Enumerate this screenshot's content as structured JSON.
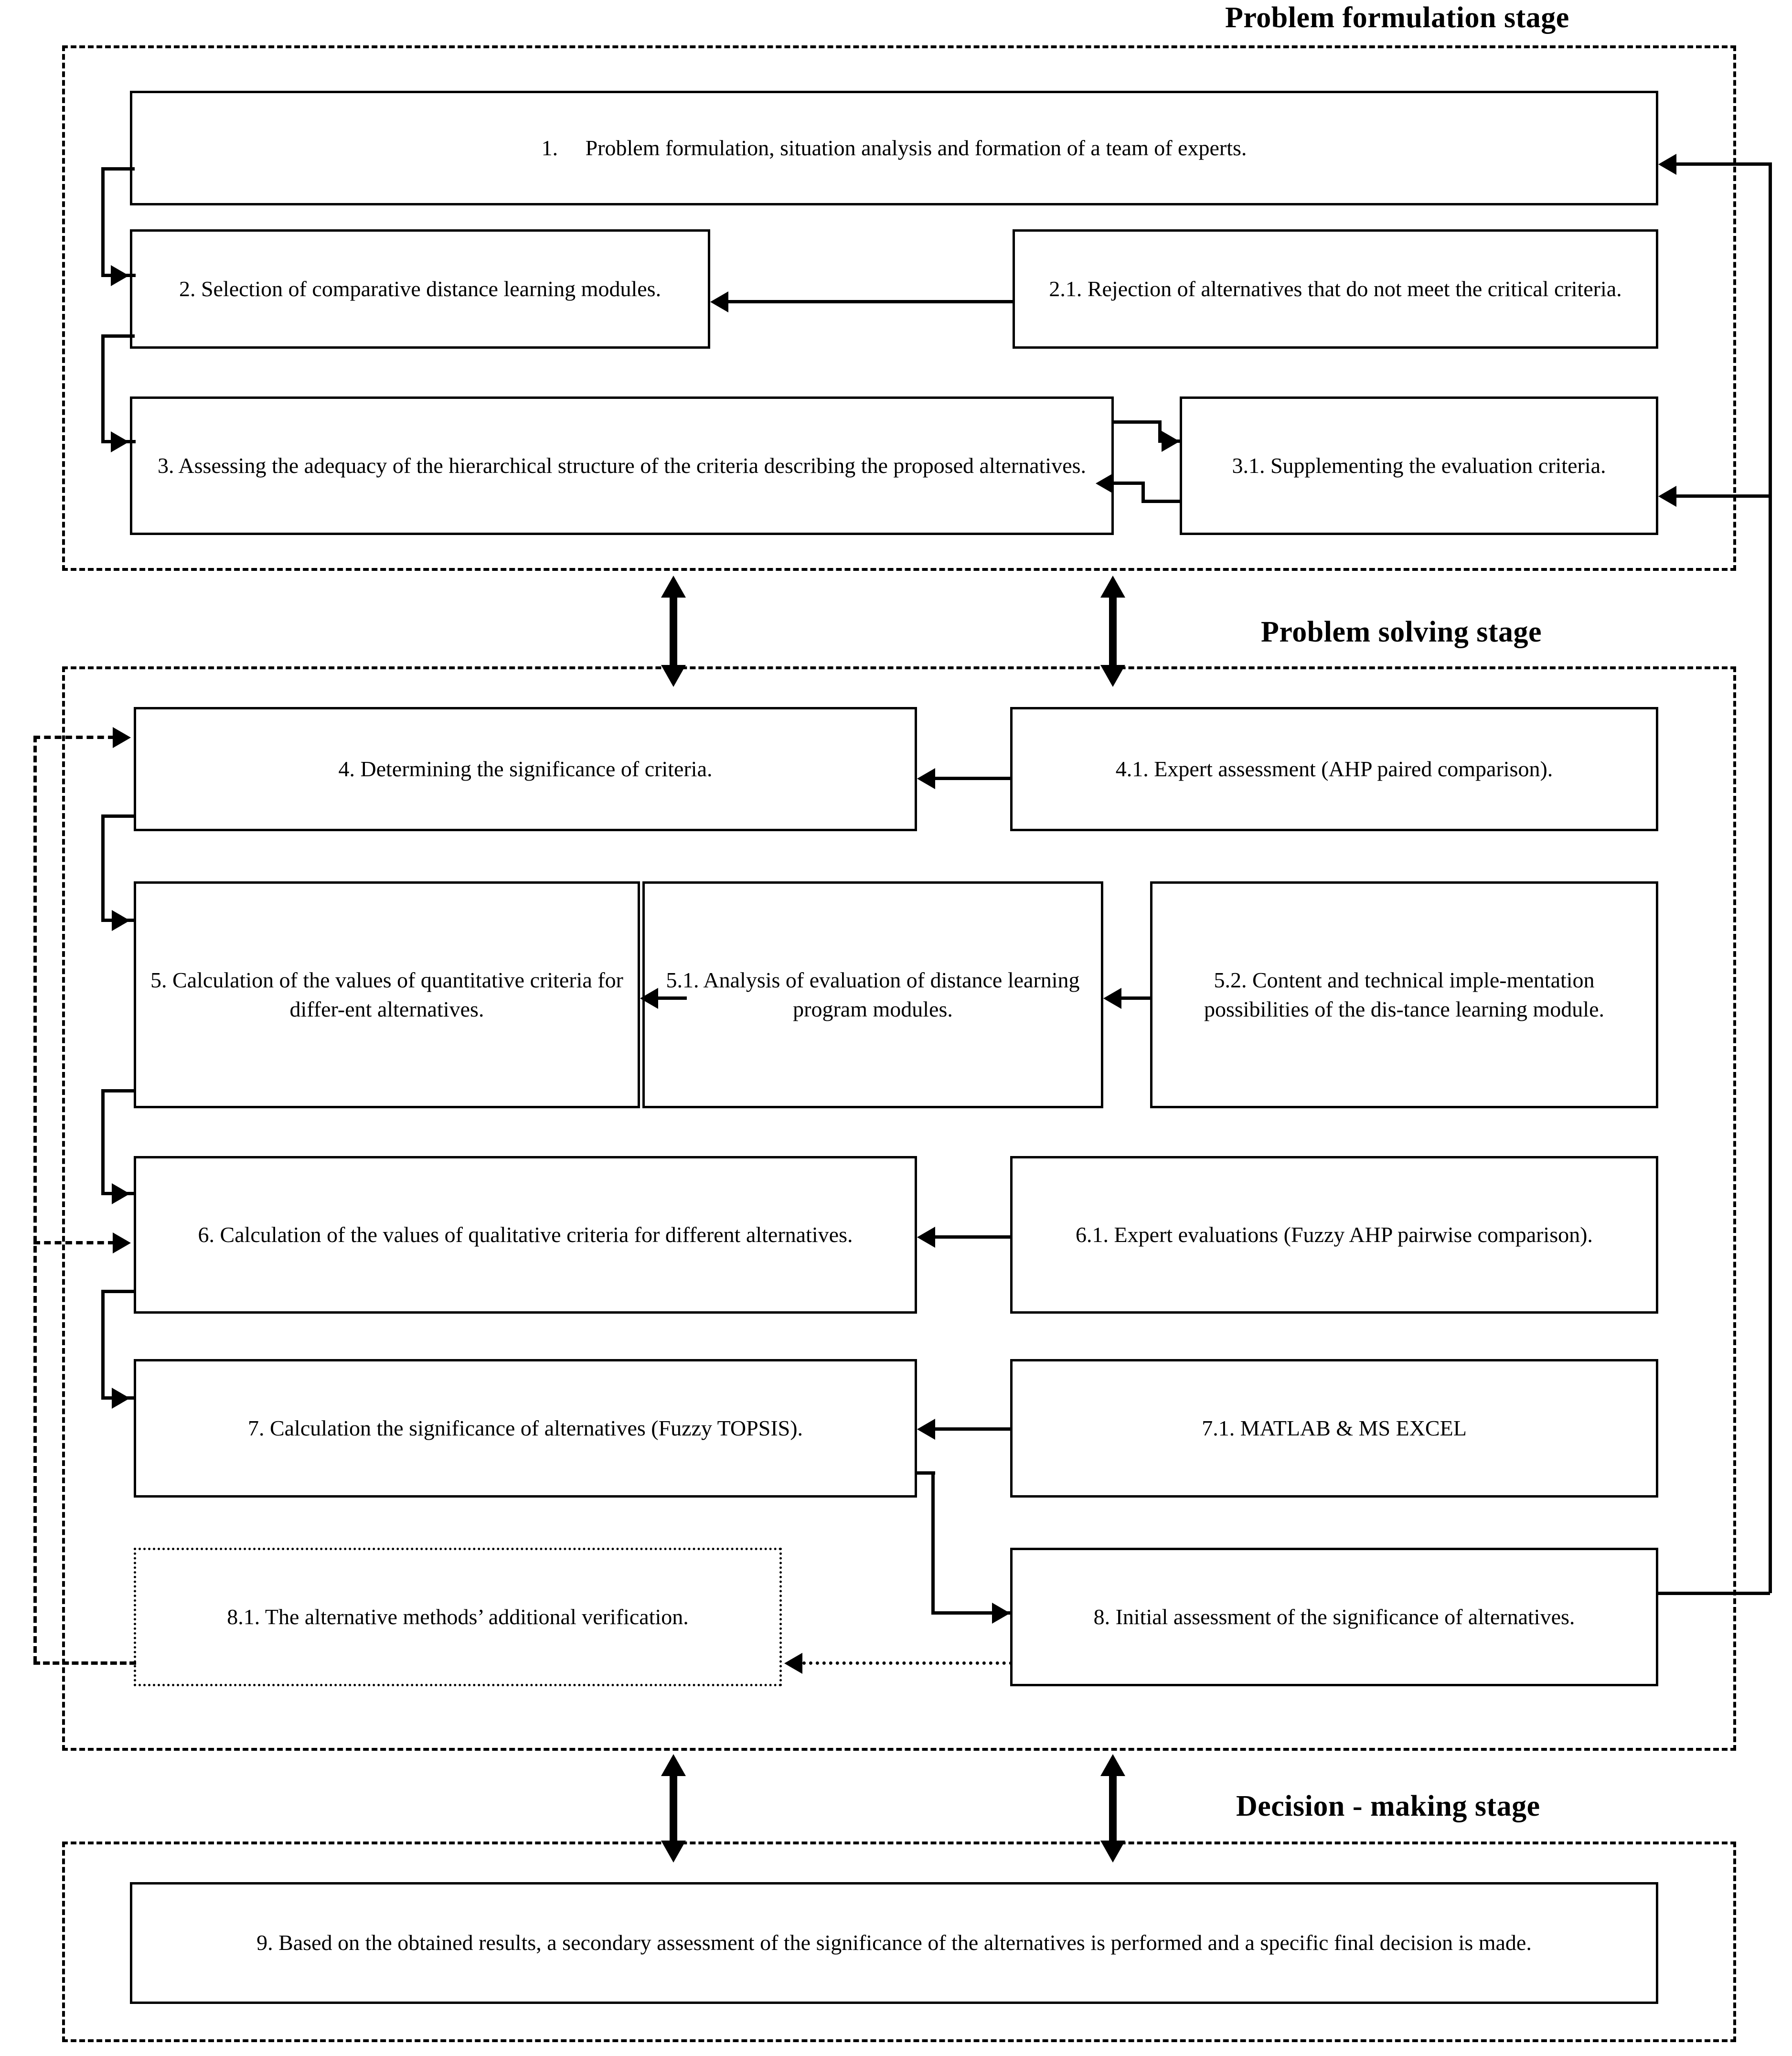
{
  "diagram": {
    "title_hidden": "",
    "colors": {
      "line": "#000000",
      "box_fill": "#ffffff",
      "page_bg": "#ffffff"
    }
  },
  "stages": [
    {
      "id": "problem-formulation",
      "label": "Problem formulation stage"
    },
    {
      "id": "problem-solving",
      "label": "Problem solving stage"
    },
    {
      "id": "decision-making",
      "label": "Decision - making stage"
    }
  ],
  "boxes": {
    "b1": {
      "number": "1.",
      "text": "1.  Problem formulation, situation analysis and formation of a team of experts."
    },
    "b2": {
      "number": "2.",
      "text": "2. Selection of comparative distance learning modules."
    },
    "b2_1": {
      "number": "2.1.",
      "text": "2.1. Rejection of alternatives that do not meet the critical criteria."
    },
    "b3": {
      "number": "3.",
      "text": "3. Assessing the adequacy of the hierarchical structure of the criteria describing the proposed alternatives."
    },
    "b3_1": {
      "number": "3.1.",
      "text": "3.1. Supplementing the evaluation criteria."
    },
    "b4": {
      "number": "4.",
      "text": "4. Determining the significance of criteria."
    },
    "b4_1": {
      "number": "4.1.",
      "text": "4.1. Expert assessment (AHP paired comparison)."
    },
    "b5": {
      "number": "5.",
      "text": "5. Calculation of the values of quantitative criteria for differ-ent alternatives."
    },
    "b5_1": {
      "number": "5.1.",
      "text": "5.1. Analysis of evaluation of distance learning program modules."
    },
    "b5_2": {
      "number": "5.2.",
      "text": "5.2. Content and technical imple-mentation possibilities of the dis-tance learning module."
    },
    "b6": {
      "number": "6.",
      "text": "6. Calculation of the values of qualitative criteria for different alternatives."
    },
    "b6_1": {
      "number": "6.1.",
      "text": "6.1. Expert evaluations (Fuzzy AHP pairwise comparison)."
    },
    "b7": {
      "number": "7.",
      "text": "7. Calculation the significance of alternatives (Fuzzy TOPSIS)."
    },
    "b7_1": {
      "number": "7.1.",
      "text": "7.1. MATLAB & MS EXCEL"
    },
    "b8": {
      "number": "8.",
      "text": "8. Initial assessment of the significance of alternatives."
    },
    "b8_1": {
      "number": "8.1.",
      "text": "8.1. The alternative methods’ additional verification."
    },
    "b9": {
      "number": "9.",
      "text": "9. Based on the obtained results, a secondary assessment of the significance of the alternatives is performed and a specific final decision is made."
    }
  },
  "flow": {
    "type": "flowchart",
    "edges": [
      {
        "from": "b2_1",
        "to": "b2",
        "style": "solid",
        "dir": "left"
      },
      {
        "from": "b3",
        "to": "b3_1",
        "style": "solid",
        "dir": "right"
      },
      {
        "from": "b3_1",
        "to": "b3",
        "style": "solid",
        "dir": "left"
      },
      {
        "from": "b1",
        "to": "b2",
        "style": "solid",
        "dir": "loop-left"
      },
      {
        "from": "b2",
        "to": "b3",
        "style": "solid",
        "dir": "loop-left"
      },
      {
        "from": "b4_1",
        "to": "b4",
        "style": "solid",
        "dir": "left"
      },
      {
        "from": "b5_2",
        "to": "b5_1",
        "style": "solid",
        "dir": "left"
      },
      {
        "from": "b5_1",
        "to": "b5",
        "style": "solid",
        "dir": "left"
      },
      {
        "from": "b6_1",
        "to": "b6",
        "style": "solid",
        "dir": "left"
      },
      {
        "from": "b7_1",
        "to": "b7",
        "style": "solid",
        "dir": "left"
      },
      {
        "from": "b4",
        "to": "b5",
        "style": "solid",
        "dir": "loop-left"
      },
      {
        "from": "b5",
        "to": "b6",
        "style": "solid",
        "dir": "loop-left"
      },
      {
        "from": "b6",
        "to": "b7",
        "style": "solid",
        "dir": "loop-left"
      },
      {
        "from": "b7",
        "to": "b8",
        "style": "solid",
        "dir": "down-right"
      },
      {
        "from": "b8",
        "to": "b8_1",
        "style": "dotted",
        "dir": "left"
      },
      {
        "from": "b8_1",
        "to": "b4",
        "style": "dashed",
        "dir": "loop-left"
      },
      {
        "from": "b8_1",
        "to": "b6",
        "style": "dashed",
        "dir": "loop-left"
      },
      {
        "from": "b8",
        "to": "b1",
        "style": "solid",
        "dir": "loop-right"
      },
      {
        "from": "b8",
        "to": "b3_1",
        "style": "solid",
        "dir": "loop-right"
      },
      {
        "from": "problem-formulation",
        "to": "problem-solving",
        "style": "double-arrow",
        "dir": "vertical"
      },
      {
        "from": "problem-solving",
        "to": "decision-making",
        "style": "double-arrow",
        "dir": "vertical"
      }
    ]
  }
}
